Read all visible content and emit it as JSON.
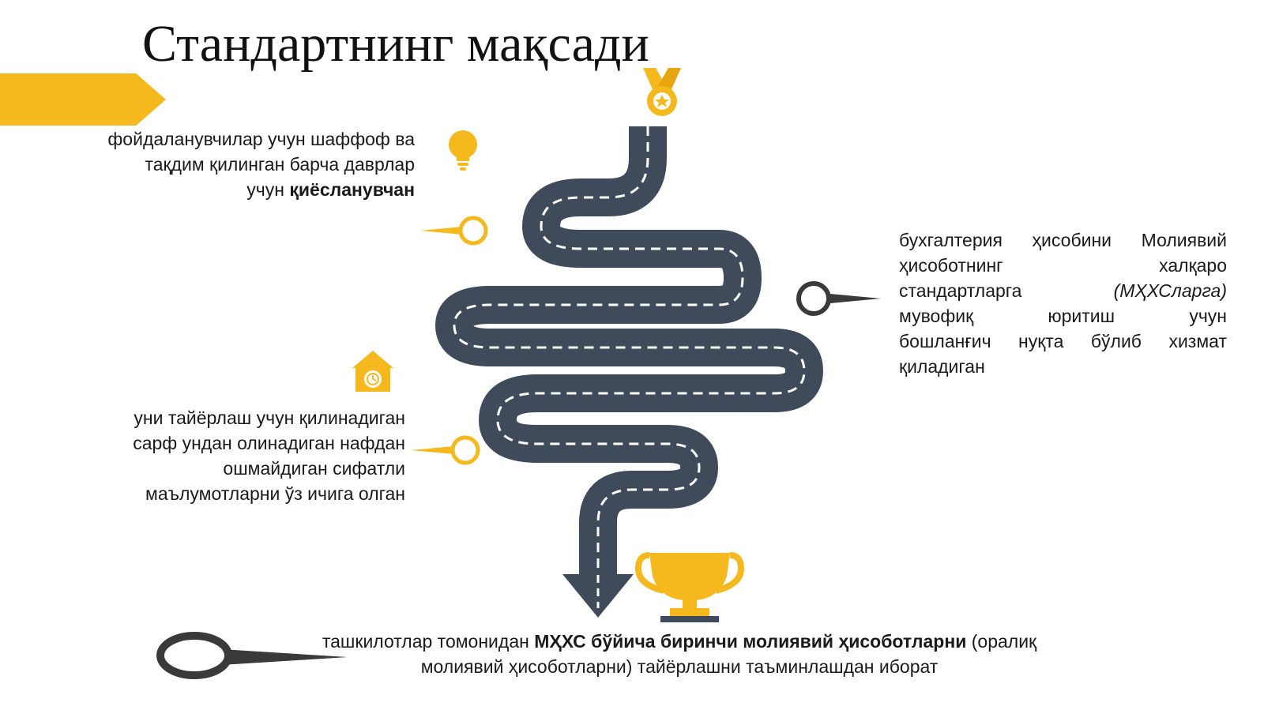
{
  "title": "Стандартнинг мақсади",
  "blocks": {
    "top_left": {
      "lines": [
        "фойдаланувчилар учун шаффоф ва",
        "тақдим қилинган барча даврлар"
      ],
      "line3_plain": "учун ",
      "line3_bold": "қиёсланувчан"
    },
    "bottom_left": {
      "lines": [
        "уни тайёрлаш учун қилинадиган",
        "сарф ундан олинадиган нафдан",
        "ошмайдиган сифатли",
        "маълумотларни ўз ичига олган"
      ]
    },
    "right": {
      "line1": "бухгалтерия ҳисобини Молиявий",
      "line2": "ҳисоботнинг халқаро",
      "line3_plain": "стандартларга ",
      "line3_italic": "(МҲХСларга)",
      "line4": "мувофиқ юритиш учун",
      "line5": "бошланғич нуқта бўлиб хизмат",
      "line6": "қиладиган"
    },
    "bottom": {
      "part1": "ташкилотлар томонидан ",
      "part2_bold": "МҲХС бўйича биринчи молиявий ҳисоботларни",
      "part3": " (оралиқ",
      "line2": "молиявий ҳисоботларни) тайёрлашни таъминлашдан иборат"
    }
  },
  "colors": {
    "accent": "#f5b81d",
    "road": "#3f4b5b",
    "lane": "#ffffff",
    "pin_dark": "#3a3a3a"
  },
  "icons": [
    "medal-icon",
    "lightbulb-icon",
    "clock-house-icon",
    "trophy-icon",
    "location-pin-icon"
  ]
}
